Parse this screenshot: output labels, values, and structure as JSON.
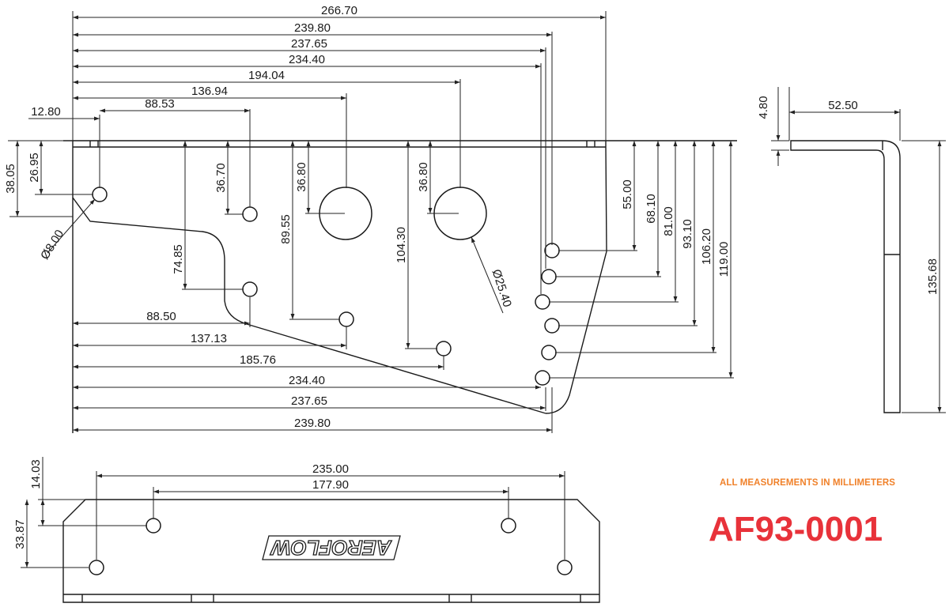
{
  "note": "ALL MEASUREMENTS IN MILLIMETERS",
  "part_number": "AF93-0001",
  "logo_text": "AEROFLOW",
  "dimensions": {
    "top_width": [
      "266.70",
      "239.80",
      "237.65",
      "234.40",
      "194.04",
      "136.94",
      "12.80",
      "88.53"
    ],
    "bottom_width": [
      "88.50",
      "137.13",
      "185.76",
      "234.40",
      "237.65",
      "239.80"
    ],
    "vertical_left": [
      "38.05",
      "26.95",
      "36.70",
      "74.85",
      "36.80",
      "89.55",
      "104.30",
      "36.80"
    ],
    "vertical_right": [
      "55.00",
      "68.10",
      "81.00",
      "93.10",
      "106.20",
      "119.00"
    ],
    "diameters": [
      "Ø8.00",
      "Ø25.40"
    ],
    "side_view": [
      "4.80",
      "52.50",
      "135.68"
    ],
    "front_view": [
      "235.00",
      "177.90",
      "14.03",
      "33.87"
    ]
  }
}
